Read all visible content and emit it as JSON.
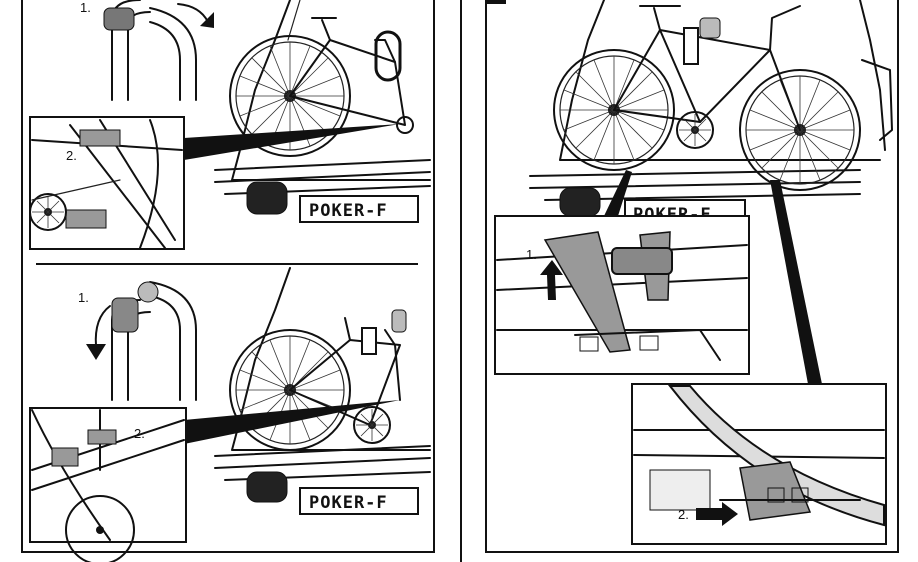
{
  "panels": {
    "left_top": {
      "step_main": "1.",
      "step_inset": "2.",
      "plate_text": "POKER-F"
    },
    "left_bottom": {
      "step_main": "1.",
      "step_inset": "2.",
      "plate_text": "POKER-F"
    },
    "right": {
      "plate_text": "POKER-F",
      "inset_top_step": "1.",
      "inset_bottom_step": "2."
    }
  }
}
